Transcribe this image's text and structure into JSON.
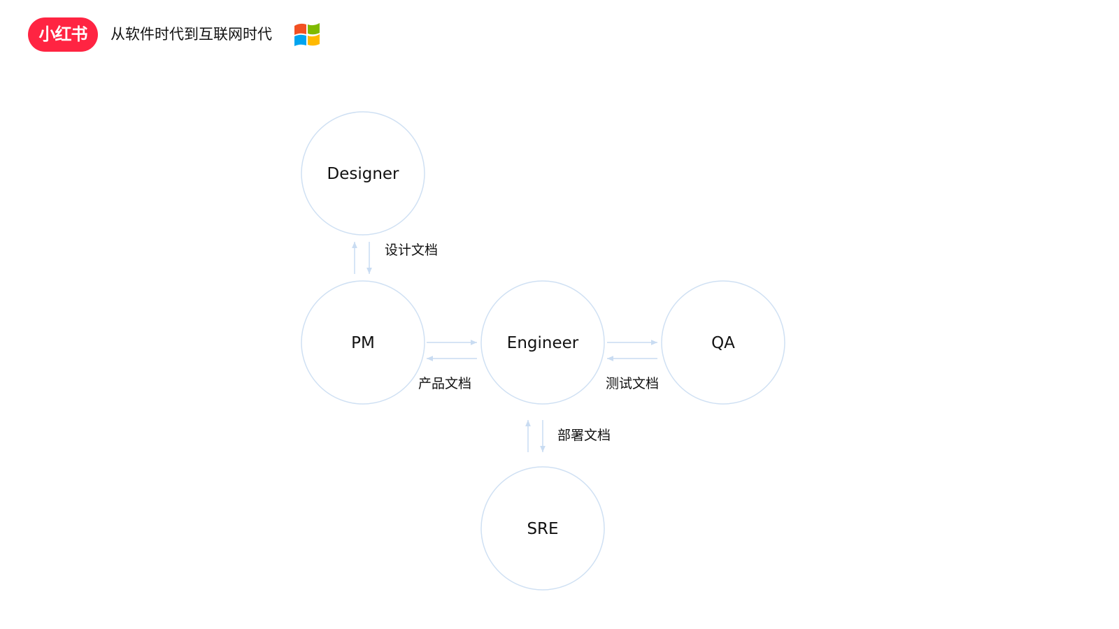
{
  "header": {
    "brand_logo_text": "小红书",
    "title": "从软件时代到互联网时代",
    "brand_color": "#ff2442",
    "windows_icon_colors": [
      "#f25022",
      "#7fba00",
      "#00a4ef",
      "#ffb900"
    ]
  },
  "diagram": {
    "node_border_color": "#cfe0f3",
    "arrow_color": "#c9dcf2",
    "nodes": {
      "designer": "Designer",
      "pm": "PM",
      "engineer": "Engineer",
      "qa": "QA",
      "sre": "SRE"
    },
    "edges": {
      "design_doc": "设计文档",
      "product_doc": "产品文档",
      "test_doc": "测试文档",
      "deploy_doc": "部署文档"
    }
  }
}
